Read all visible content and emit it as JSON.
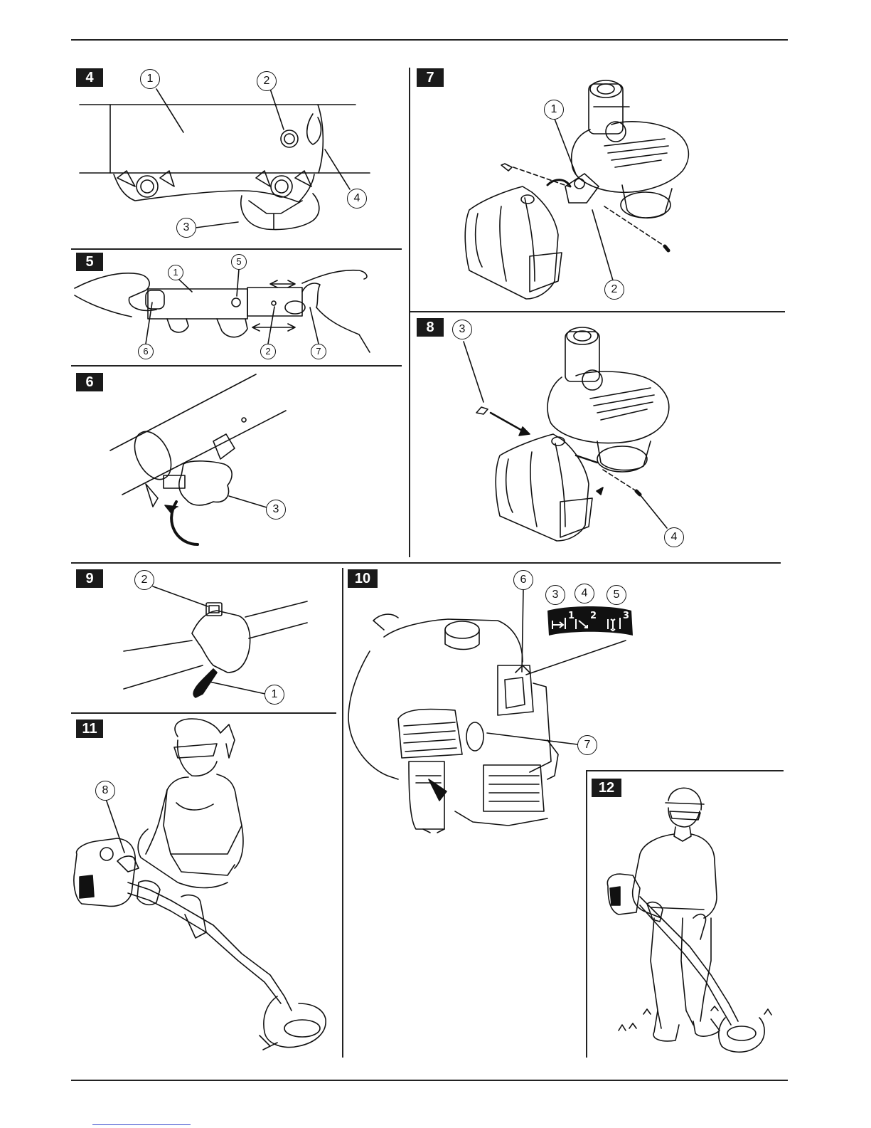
{
  "panels": [
    {
      "id": "4",
      "callouts": [
        "1",
        "2",
        "3",
        "4"
      ]
    },
    {
      "id": "5",
      "callouts": [
        "1",
        "5",
        "6",
        "2",
        "7"
      ]
    },
    {
      "id": "6",
      "callouts": [
        "3"
      ]
    },
    {
      "id": "7",
      "callouts": [
        "1",
        "2"
      ]
    },
    {
      "id": "8",
      "callouts": [
        "3",
        "4"
      ]
    },
    {
      "id": "9",
      "callouts": [
        "2",
        "1"
      ]
    },
    {
      "id": "10",
      "callouts": [
        "6",
        "3",
        "4",
        "5",
        "7"
      ]
    },
    {
      "id": "11",
      "callouts": [
        "8"
      ]
    },
    {
      "id": "12",
      "callouts": []
    }
  ],
  "mode_decal": {
    "labels": [
      "1",
      "2",
      "3"
    ],
    "color": "#111111"
  },
  "colors": {
    "ink": "#111111",
    "panel_tag": "#1a1a1a",
    "paper": "#ffffff"
  }
}
